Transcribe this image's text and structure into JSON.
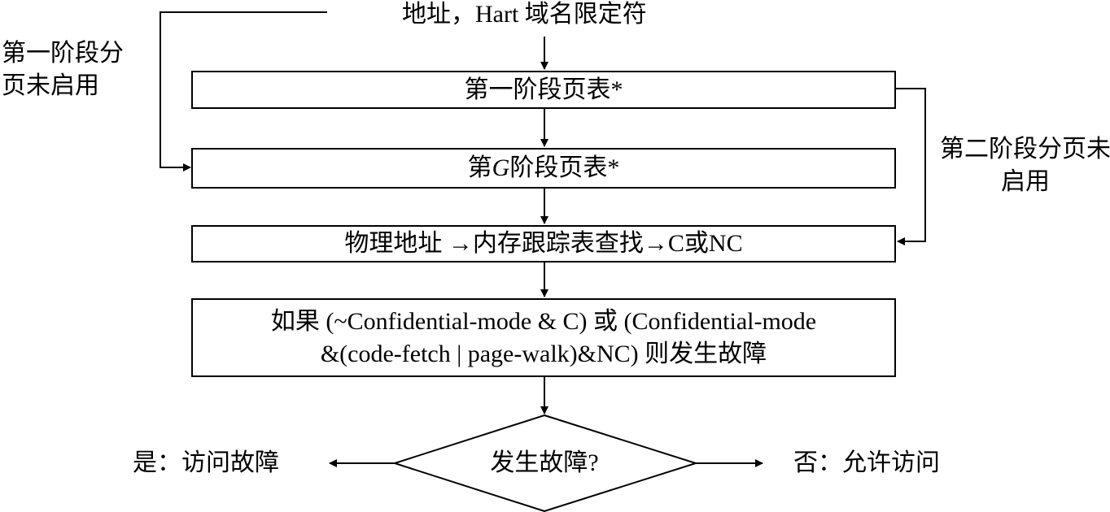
{
  "input_label": "地址，Hart 域名限定符",
  "stage1_disabled_label": "第一阶段分页未启用",
  "stage2_disabled_label": "第二阶段分页未启用",
  "box_stage1": "第一阶段页表*",
  "box_g_stage": {
    "prefix": "第",
    "italic": "G",
    "suffix": "阶段页表*"
  },
  "box_lookup": "物理地址 →内存跟踪表查找→C或NC",
  "box_condition": {
    "line1": "如果 (~Confidential-mode & C) 或 (Confidential-mode",
    "line2": "&(code-fetch | page-walk)&NC) 则发生故障"
  },
  "decision": "发生故障?",
  "yes_outcome": "是：访问故障",
  "no_outcome": "否：允许访问"
}
